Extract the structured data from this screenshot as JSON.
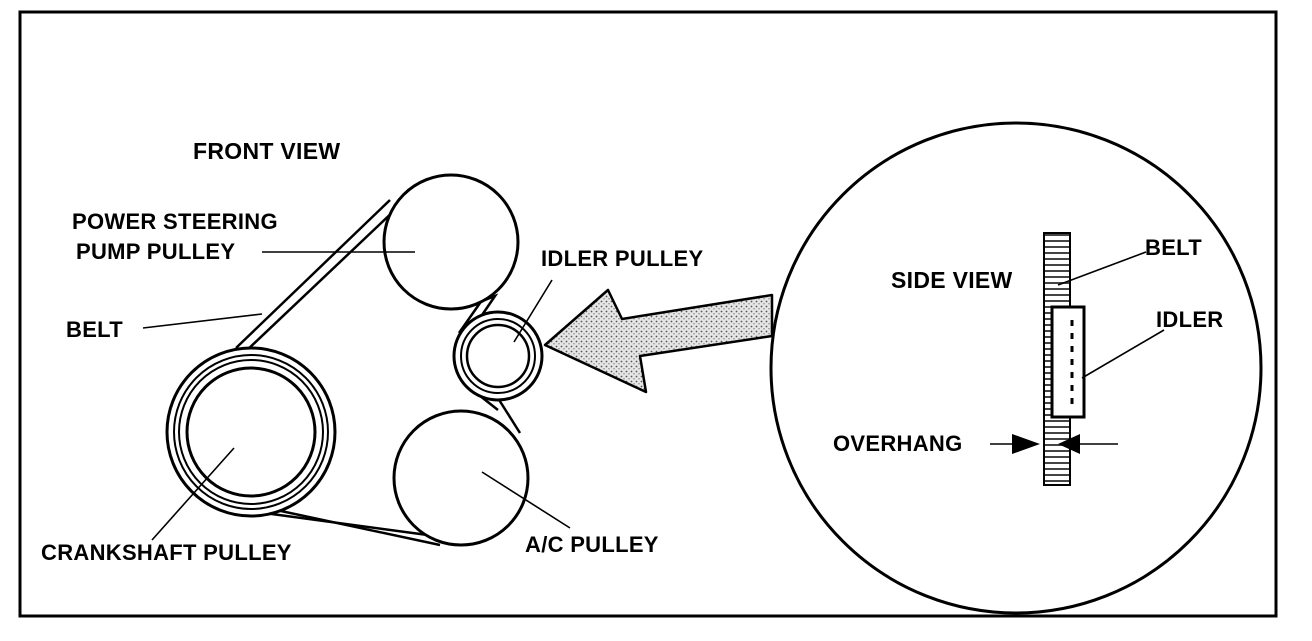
{
  "front_view": {
    "title": "FRONT VIEW",
    "labels": {
      "power_steering_line1": "POWER STEERING",
      "power_steering_line2": "PUMP PULLEY",
      "belt": "BELT",
      "idler_pulley": "IDLER PULLEY",
      "crankshaft_pulley": "CRANKSHAFT PULLEY",
      "ac_pulley": "A/C PULLEY"
    }
  },
  "side_view": {
    "title": "SIDE VIEW",
    "labels": {
      "belt": "BELT",
      "idler": "IDLER",
      "overhang": "OVERHANG"
    }
  }
}
